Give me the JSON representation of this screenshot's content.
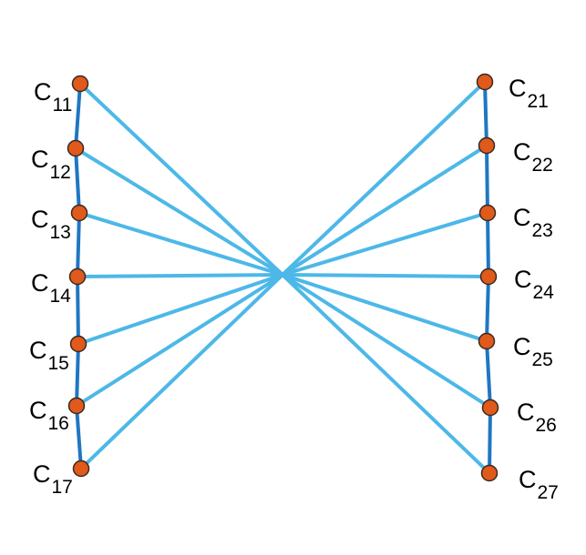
{
  "colors": {
    "rail": "#1f77c2",
    "link": "#4db8e8",
    "node_fill": "#e05a1c",
    "node_stroke": "#3a2a20",
    "label": "#000000"
  },
  "hub": {
    "connects_all": true
  },
  "left_nodes": [
    {
      "id": "C11",
      "label": "C",
      "sub": "11"
    },
    {
      "id": "C12",
      "label": "C",
      "sub": "12"
    },
    {
      "id": "C13",
      "label": "C",
      "sub": "13"
    },
    {
      "id": "C14",
      "label": "C",
      "sub": "14"
    },
    {
      "id": "C15",
      "label": "C",
      "sub": "15"
    },
    {
      "id": "C16",
      "label": "C",
      "sub": "16"
    },
    {
      "id": "C17",
      "label": "C",
      "sub": "17"
    }
  ],
  "right_nodes": [
    {
      "id": "C21",
      "label": "C",
      "sub": "21"
    },
    {
      "id": "C22",
      "label": "C",
      "sub": "22"
    },
    {
      "id": "C23",
      "label": "C",
      "sub": "23"
    },
    {
      "id": "C24",
      "label": "C",
      "sub": "24"
    },
    {
      "id": "C25",
      "label": "C",
      "sub": "25"
    },
    {
      "id": "C26",
      "label": "C",
      "sub": "26"
    },
    {
      "id": "C27",
      "label": "C",
      "sub": "27"
    }
  ]
}
